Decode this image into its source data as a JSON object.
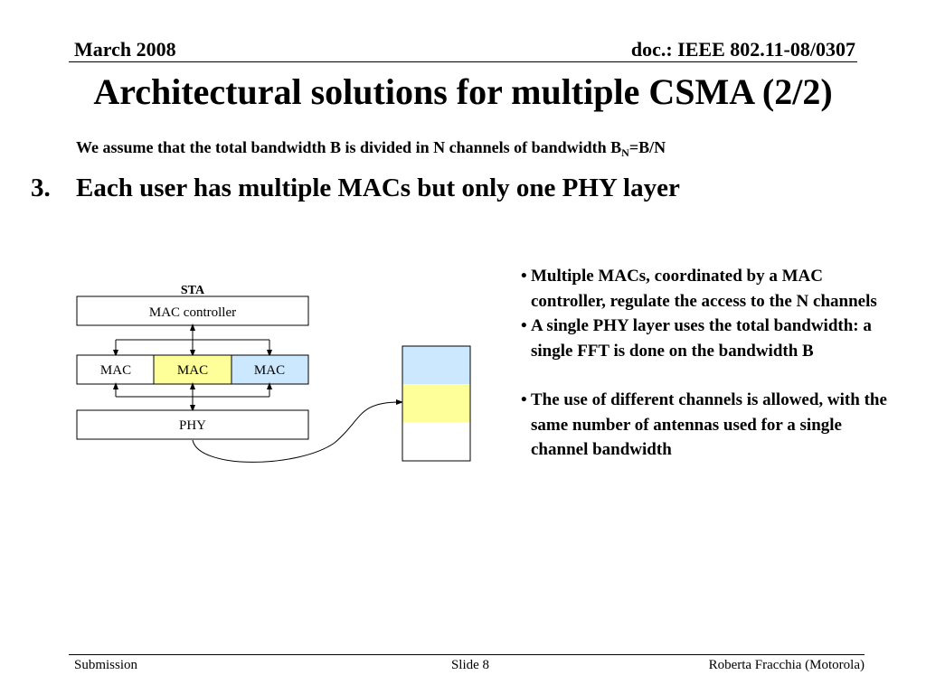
{
  "header": {
    "date": "March 2008",
    "doc_id": "doc.: IEEE 802.11-08/0307"
  },
  "title": "Architectural solutions for multiple CSMA (2/2)",
  "assumption": {
    "text": "We assume that the total bandwidth B is divided in N channels of bandwidth B",
    "subscript": "N",
    "suffix": "=B/N"
  },
  "point": {
    "number": "3.",
    "text": "Each user has multiple MACs but only one PHY layer"
  },
  "diagram": {
    "sta_label": "STA",
    "mac_controller": "MAC controller",
    "macs": [
      {
        "label": "MAC",
        "color": "#ffffff"
      },
      {
        "label": "MAC",
        "color": "#ffff99"
      },
      {
        "label": "MAC",
        "color": "#cce8ff"
      }
    ],
    "phy": "PHY",
    "channel_colors": [
      "#cce8ff",
      "#ffff99",
      "#ffffff"
    ]
  },
  "bullets": [
    "Multiple MACs, coordinated by a MAC controller, regulate the access to the N channels",
    "A single PHY layer uses the total bandwidth: a single FFT is done on the bandwidth B",
    "The use of different channels is allowed, with the same number of antennas used for a single channel bandwidth"
  ],
  "footer": {
    "left": "Submission",
    "center": "Slide 8",
    "right": "Roberta Fracchia (Motorola)"
  }
}
